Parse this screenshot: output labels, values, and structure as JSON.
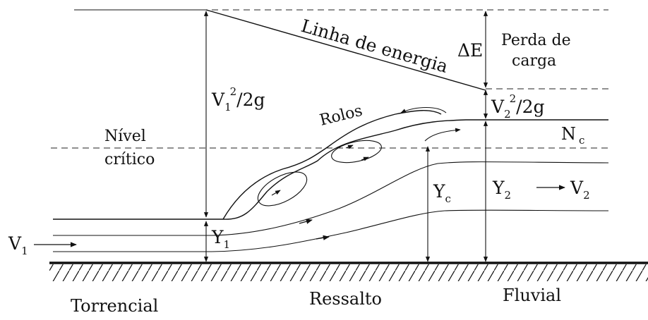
{
  "labels": {
    "energy_line": "Linha de energia",
    "delta_e": "ΔE",
    "head_loss_1": "Perda de",
    "head_loss_2": "carga",
    "v1_head_main": "V",
    "v1_head_sub": "1",
    "v1_head_sup": "2",
    "v1_head_tail": "/2g",
    "v2_head_main": "V",
    "v2_head_sub": "2",
    "v2_head_sup": "2",
    "v2_head_tail": "/2g",
    "rolls": "Rolos",
    "critical_1": "Nível",
    "critical_2": "crítico",
    "nc_main": "N",
    "nc_sub": "c",
    "y1_main": "Y",
    "y1_sub": "1",
    "yc_main": "Y",
    "yc_sub": "c",
    "y2_main": "Y",
    "y2_sub": "2",
    "v1_main": "V",
    "v1_sub": "1",
    "v2_main": "V",
    "v2_sub": "2",
    "zone_left": "Torrencial",
    "zone_mid": "Ressalto",
    "zone_right": "Fluvial"
  }
}
